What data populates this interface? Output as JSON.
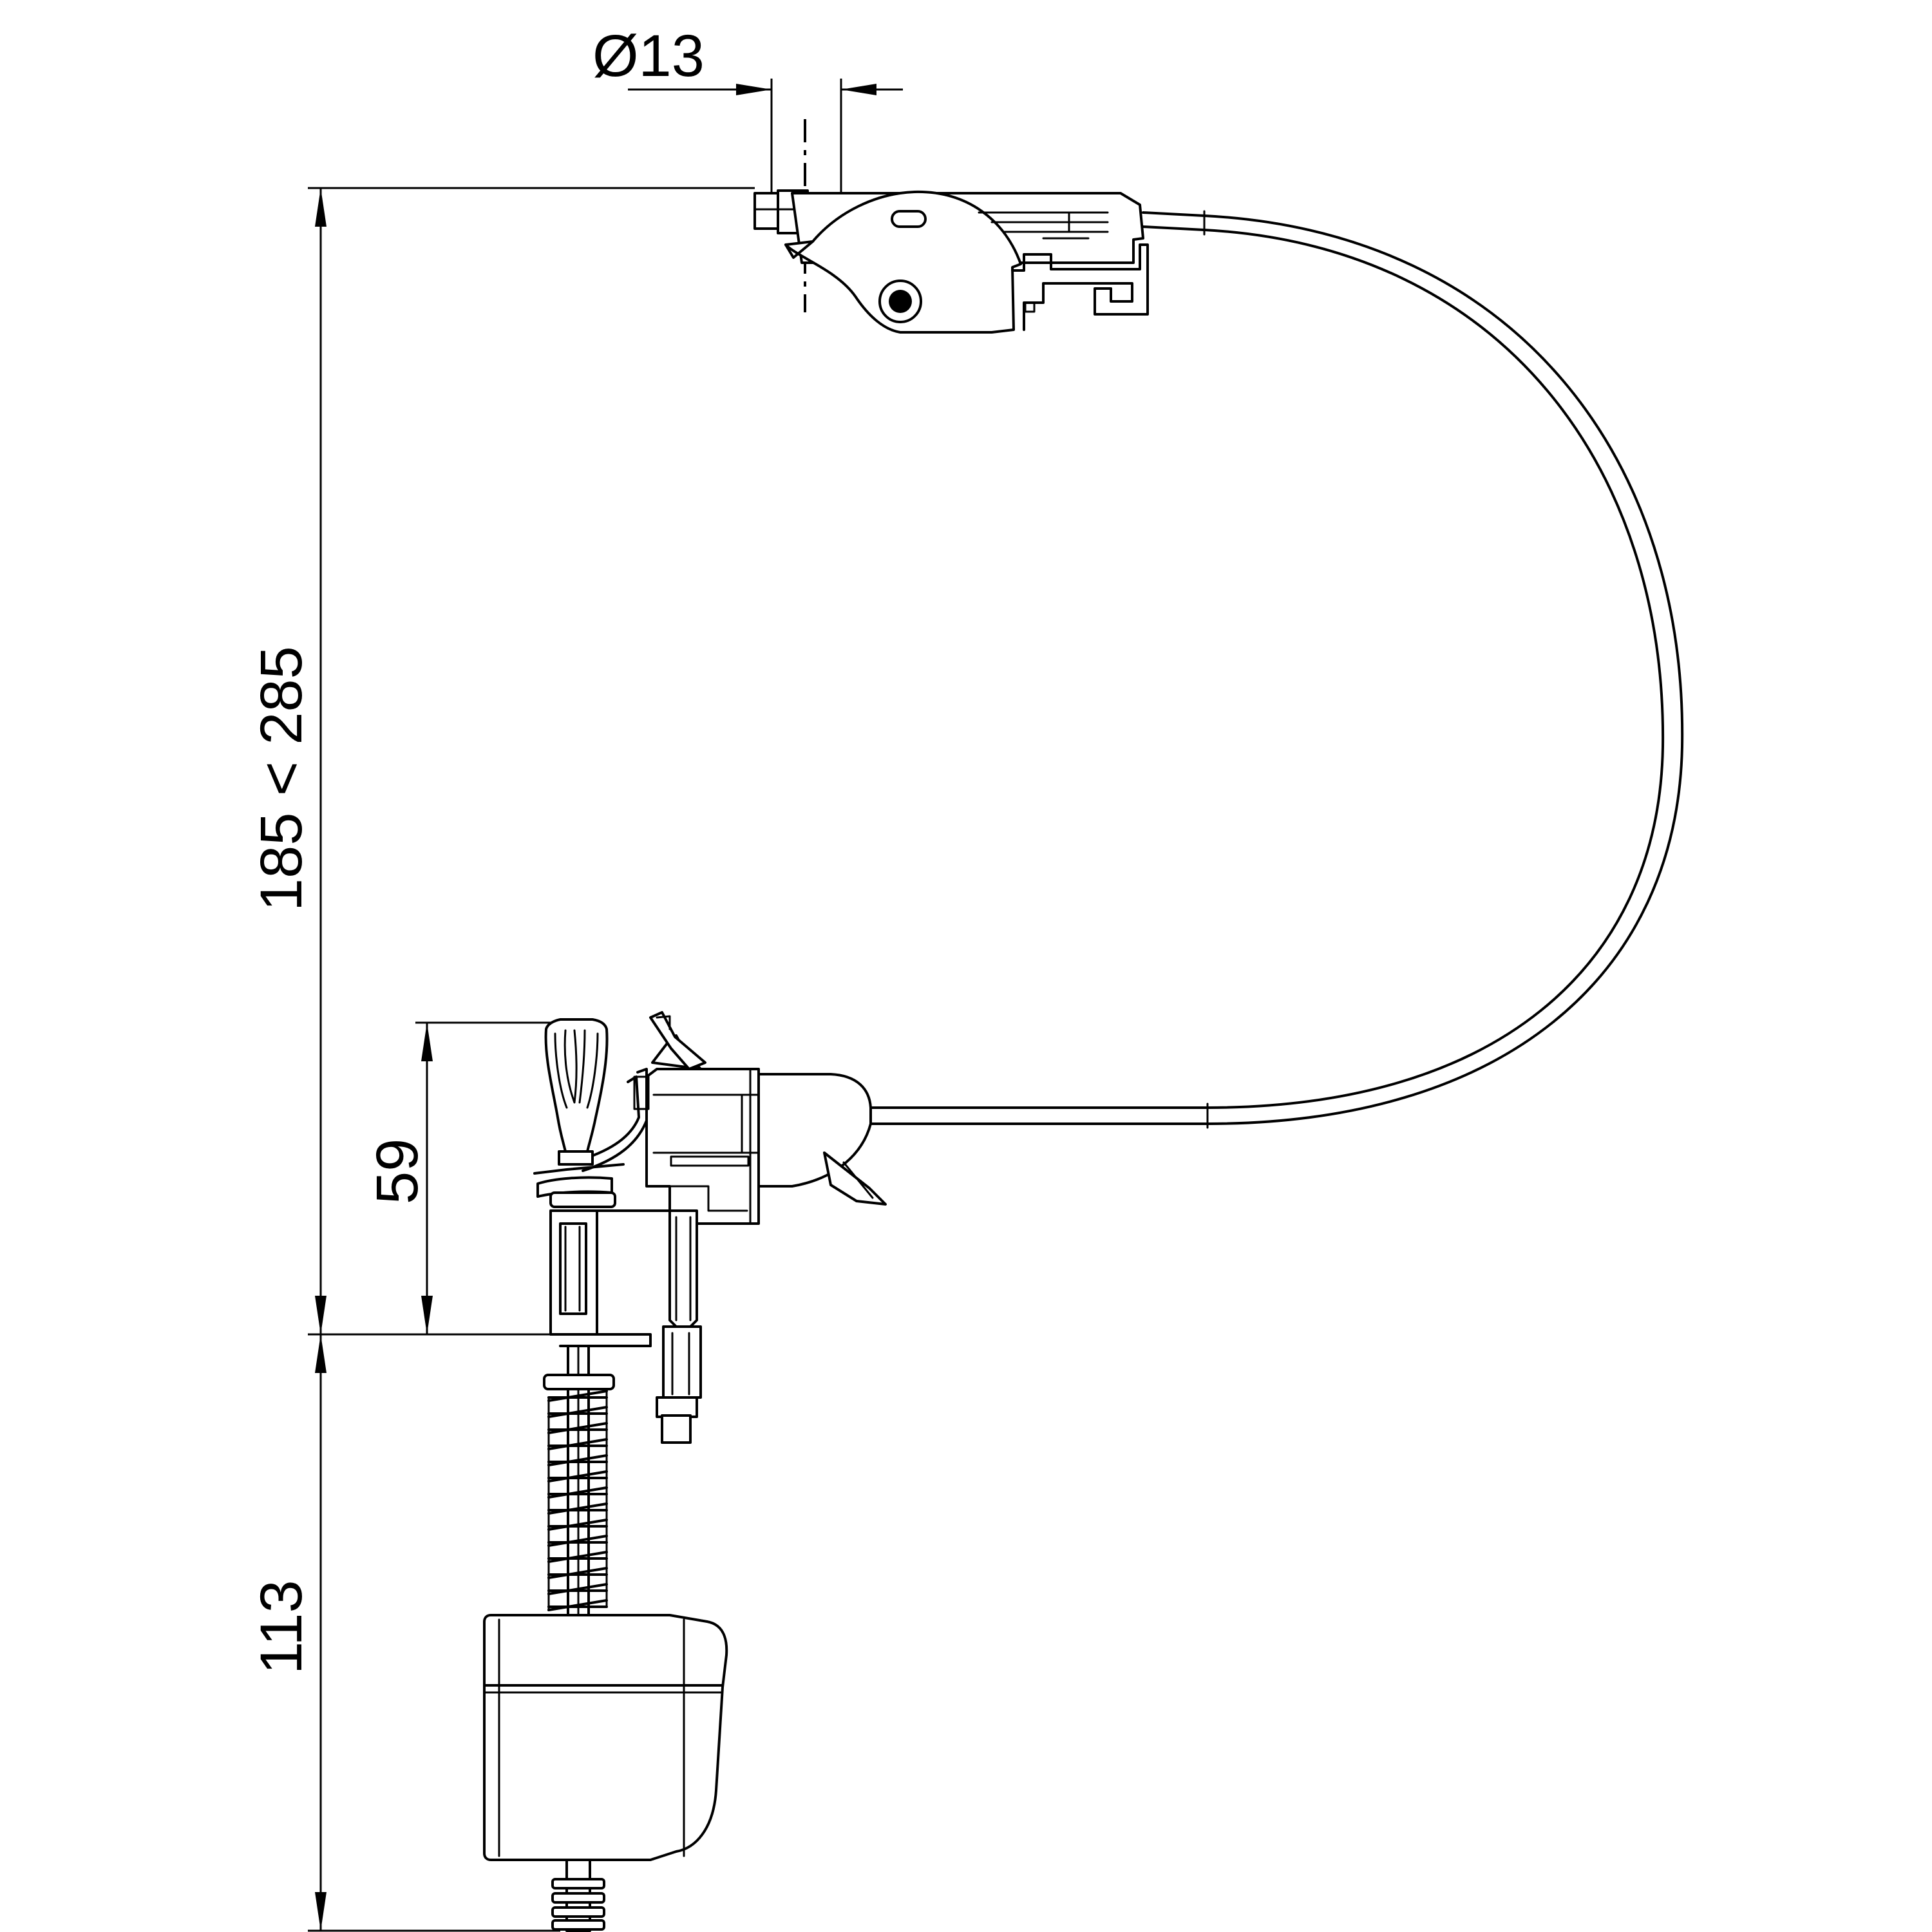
{
  "dimensions": {
    "hole_diameter": "Ø13",
    "height_range": "185 < 285",
    "upper_height": "59",
    "lower_height": "113"
  },
  "colors": {
    "stroke": "#000000",
    "background": "#ffffff"
  }
}
